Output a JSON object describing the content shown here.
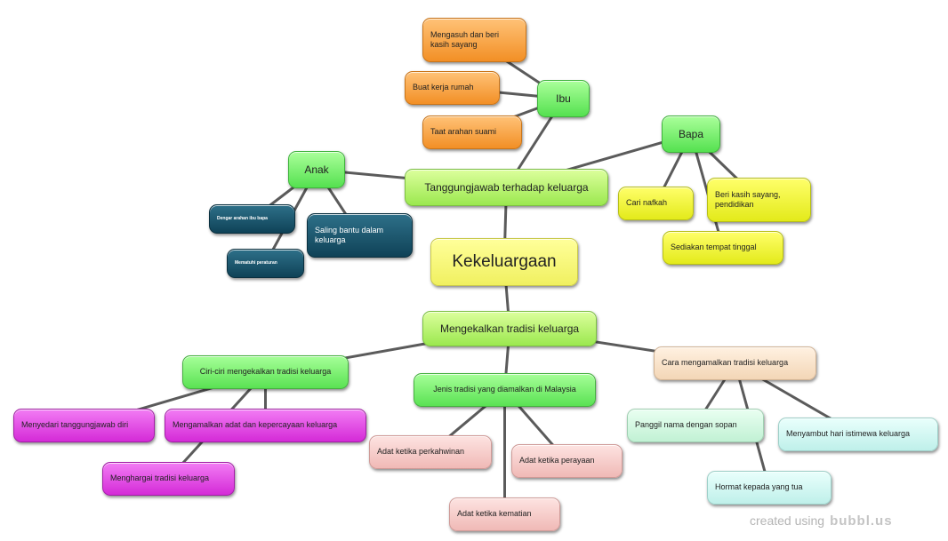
{
  "nodes": {
    "kekeluargaan": "Kekeluargaan",
    "tanggungjawab": "Tanggungjawab terhadap keluarga",
    "mengekalkan": "Mengekalkan tradisi keluarga",
    "ibu": "Ibu",
    "bapa": "Bapa",
    "anak": "Anak",
    "mengasuh": "Mengasuh dan beri kasih sayang",
    "buat_kerja": "Buat kerja rumah",
    "taat_arahan": "Taat arahan suami",
    "cari_nafkah": "Cari nafkah",
    "beri_kasih": "Beri kasih sayang, pendidikan",
    "sediakan_tempat": "Sediakan tempat tinggal",
    "dengar_arahan": "Dengar arahan ibu bapa",
    "mematuhi": "Mematuhi peraturan",
    "saling_bantu": "Saling bantu dalam keluarga",
    "ciri_ciri": "Ciri-ciri mengekalkan tradisi keluarga",
    "jenis_tradisi": "Jenis tradisi yang diamalkan di Malaysia",
    "cara_mengamalkan": "Cara mengamalkan tradisi keluarga",
    "menyedari": "Menyedari tanggungjawab diri",
    "mengamalkan_adat": "Mengamalkan adat dan kepercayaan keluarga",
    "menghargai": "Menghargai tradisi keluarga",
    "adat_perkahwinan": "Adat ketika perkahwinan",
    "adat_perayaan": "Adat ketika perayaan",
    "adat_kematian": "Adat ketika kematian",
    "panggil_nama": "Panggil nama dengan sopan",
    "menyambut": "Menyambut hari istimewa keluarga",
    "hormat": "Hormat kepada yang tua"
  },
  "links": [
    [
      "kekeluargaan",
      "tanggungjawab"
    ],
    [
      "kekeluargaan",
      "mengekalkan"
    ],
    [
      "tanggungjawab",
      "ibu"
    ],
    [
      "tanggungjawab",
      "bapa"
    ],
    [
      "tanggungjawab",
      "anak"
    ],
    [
      "ibu",
      "mengasuh"
    ],
    [
      "ibu",
      "buat_kerja"
    ],
    [
      "ibu",
      "taat_arahan"
    ],
    [
      "bapa",
      "cari_nafkah"
    ],
    [
      "bapa",
      "beri_kasih"
    ],
    [
      "bapa",
      "sediakan_tempat"
    ],
    [
      "anak",
      "dengar_arahan"
    ],
    [
      "anak",
      "mematuhi"
    ],
    [
      "anak",
      "saling_bantu"
    ],
    [
      "mengekalkan",
      "ciri_ciri"
    ],
    [
      "mengekalkan",
      "jenis_tradisi"
    ],
    [
      "mengekalkan",
      "cara_mengamalkan"
    ],
    [
      "ciri_ciri",
      "menyedari"
    ],
    [
      "ciri_ciri",
      "mengamalkan_adat"
    ],
    [
      "ciri_ciri",
      "menghargai"
    ],
    [
      "jenis_tradisi",
      "adat_perkahwinan"
    ],
    [
      "jenis_tradisi",
      "adat_perayaan"
    ],
    [
      "jenis_tradisi",
      "adat_kematian"
    ],
    [
      "cara_mengamalkan",
      "panggil_nama"
    ],
    [
      "cara_mengamalkan",
      "menyambut"
    ],
    [
      "cara_mengamalkan",
      "hormat"
    ]
  ],
  "colors": {
    "link": "#5b5b5b",
    "root": "#f6f676",
    "main": "#b9f06c",
    "green": "#6ee664",
    "orange": "#f6a040",
    "yellow": "#eef030",
    "navy": "#17536b",
    "magenta": "#e048e2",
    "pink": "#f5c9c6",
    "peach": "#f7e1c8",
    "mint": "#d2f7e0",
    "aqua": "#d2f6f1"
  },
  "watermark": {
    "created_using": "created using",
    "brand": "bubbl.us"
  }
}
